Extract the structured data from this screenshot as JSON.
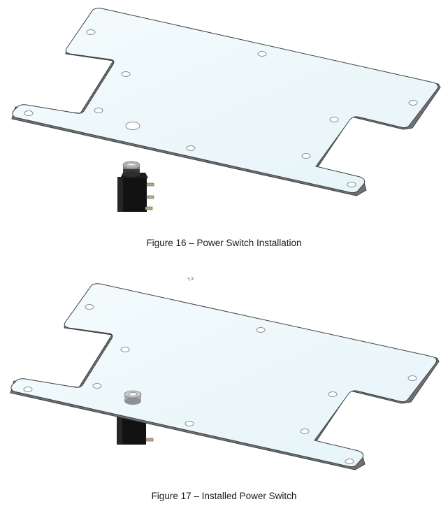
{
  "figures": [
    {
      "caption": "Figure 16 – Power Switch Installation",
      "illustration": "plate-with-power-switch-below"
    },
    {
      "caption": "Figure 17 – Installed Power Switch",
      "illustration": "plate-with-power-switch-installed"
    }
  ],
  "colors": {
    "plate_top": "#eef8fb",
    "plate_edge": "#6f7275",
    "plate_outline": "#3f4144",
    "hole": "#9a9ea2",
    "switch_body": "#121212",
    "switch_bushing": "#b9bcbd",
    "terminal": "#9c8f78"
  }
}
